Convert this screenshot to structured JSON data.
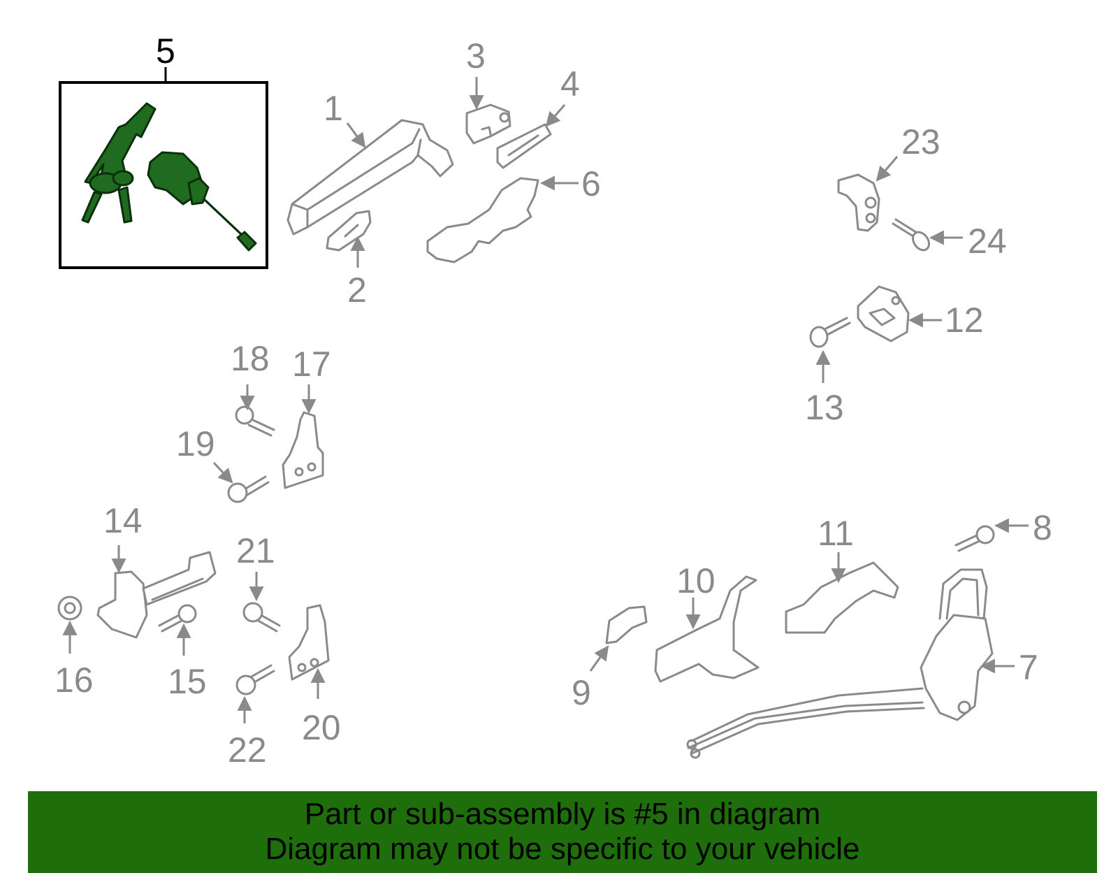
{
  "callouts": [
    "1",
    "2",
    "3",
    "4",
    "5",
    "6",
    "7",
    "8",
    "9",
    "10",
    "11",
    "12",
    "13",
    "14",
    "15",
    "16",
    "17",
    "18",
    "19",
    "20",
    "21",
    "22",
    "23",
    "24"
  ],
  "highlight_color": "#1e6e0c",
  "banner": {
    "line1": "Part or sub-assembly is #5 in diagram",
    "line2": "Diagram may not be specific to your vehicle"
  }
}
